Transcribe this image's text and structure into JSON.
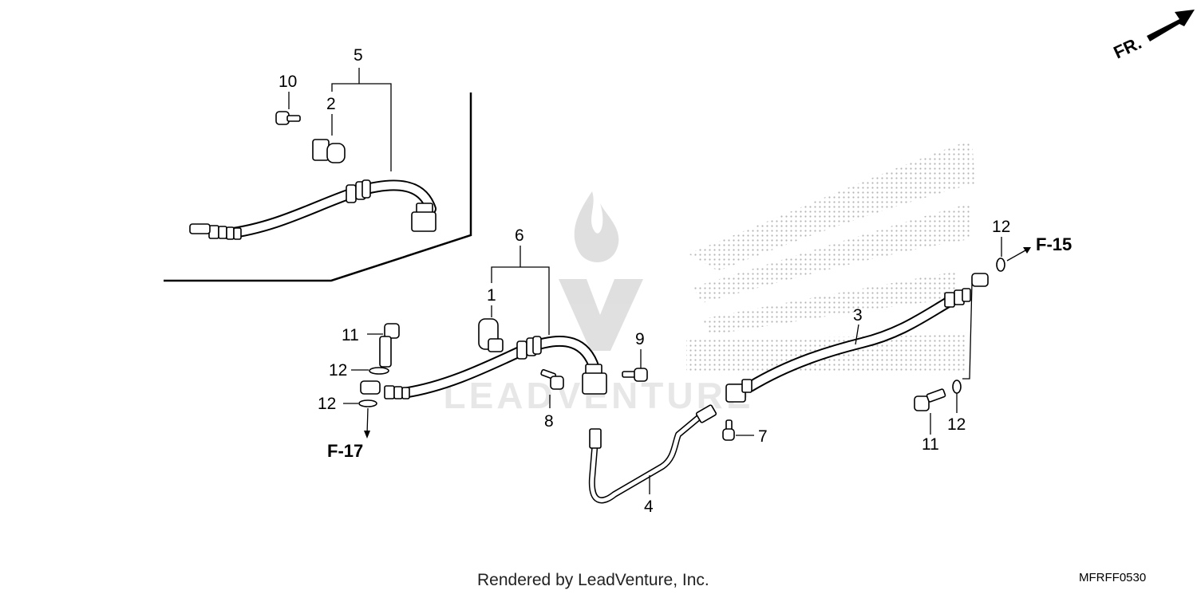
{
  "diagram": {
    "callouts": {
      "c1": "1",
      "c2": "2",
      "c3": "3",
      "c4": "4",
      "c5": "5",
      "c6": "6",
      "c7": "7",
      "c8": "8",
      "c9": "9",
      "c10": "10",
      "c11a": "11",
      "c11b": "11",
      "c12a": "12",
      "c12b": "12",
      "c12c": "12",
      "c12d": "12"
    },
    "references": {
      "fwd": "FR.",
      "f15": "F-15",
      "f17": "F-17"
    },
    "watermark": "LEADVENTURE"
  },
  "footer": {
    "rendered_by": "Rendered by LeadVenture, Inc.",
    "diagram_code": "MFRFF0530"
  }
}
